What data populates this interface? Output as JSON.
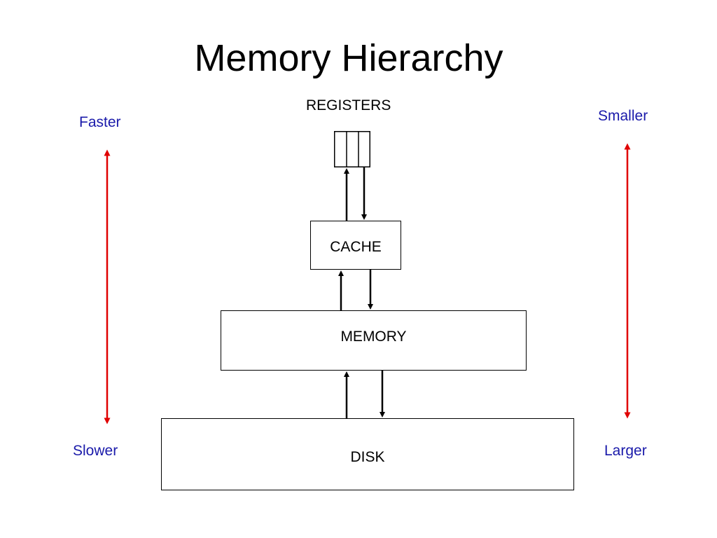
{
  "title": "Memory Hierarchy",
  "levels": {
    "registers": "REGISTERS",
    "cache": "CACHE",
    "memory": "MEMORY",
    "disk": "DISK"
  },
  "speed_axis": {
    "top": "Faster",
    "bottom": "Slower"
  },
  "size_axis": {
    "top": "Smaller",
    "bottom": "Larger"
  },
  "colors": {
    "axis_label": "#1a1aaa",
    "axis_arrow": "#e00000",
    "box_line": "#000000"
  }
}
